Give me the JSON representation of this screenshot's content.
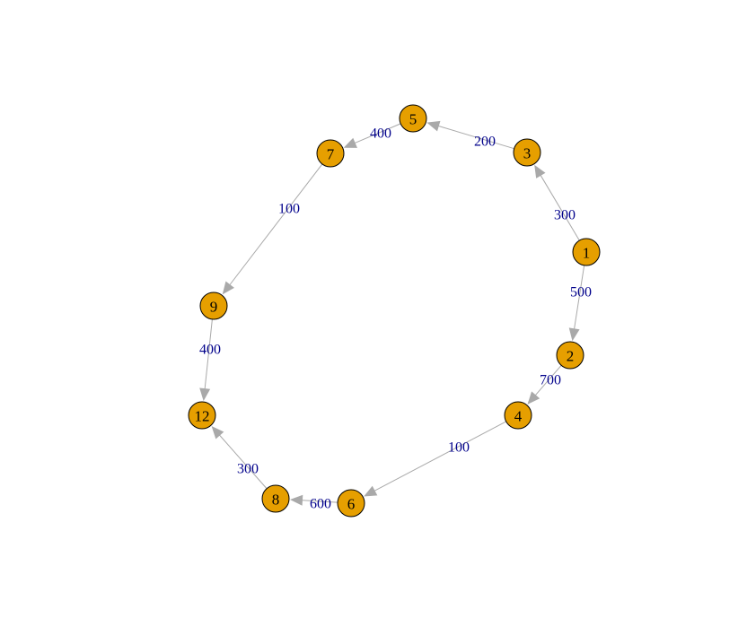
{
  "graph": {
    "colors": {
      "node_fill": "#E69F00",
      "node_stroke": "#000000",
      "edge": "#A9A9A9",
      "edge_label": "#00008B"
    },
    "nodes": [
      {
        "id": "1",
        "label": "1"
      },
      {
        "id": "2",
        "label": "2"
      },
      {
        "id": "3",
        "label": "3"
      },
      {
        "id": "4",
        "label": "4"
      },
      {
        "id": "5",
        "label": "5"
      },
      {
        "id": "6",
        "label": "6"
      },
      {
        "id": "7",
        "label": "7"
      },
      {
        "id": "8",
        "label": "8"
      },
      {
        "id": "9",
        "label": "9"
      },
      {
        "id": "12",
        "label": "12"
      }
    ],
    "edges": [
      {
        "from": "1",
        "to": "3",
        "label": "300"
      },
      {
        "from": "1",
        "to": "2",
        "label": "500"
      },
      {
        "from": "3",
        "to": "5",
        "label": "200"
      },
      {
        "from": "5",
        "to": "7",
        "label": "400"
      },
      {
        "from": "7",
        "to": "9",
        "label": "100"
      },
      {
        "from": "9",
        "to": "12",
        "label": "400"
      },
      {
        "from": "2",
        "to": "4",
        "label": "700"
      },
      {
        "from": "4",
        "to": "6",
        "label": "100"
      },
      {
        "from": "6",
        "to": "8",
        "label": "600"
      },
      {
        "from": "8",
        "to": "12",
        "label": "300"
      }
    ]
  }
}
